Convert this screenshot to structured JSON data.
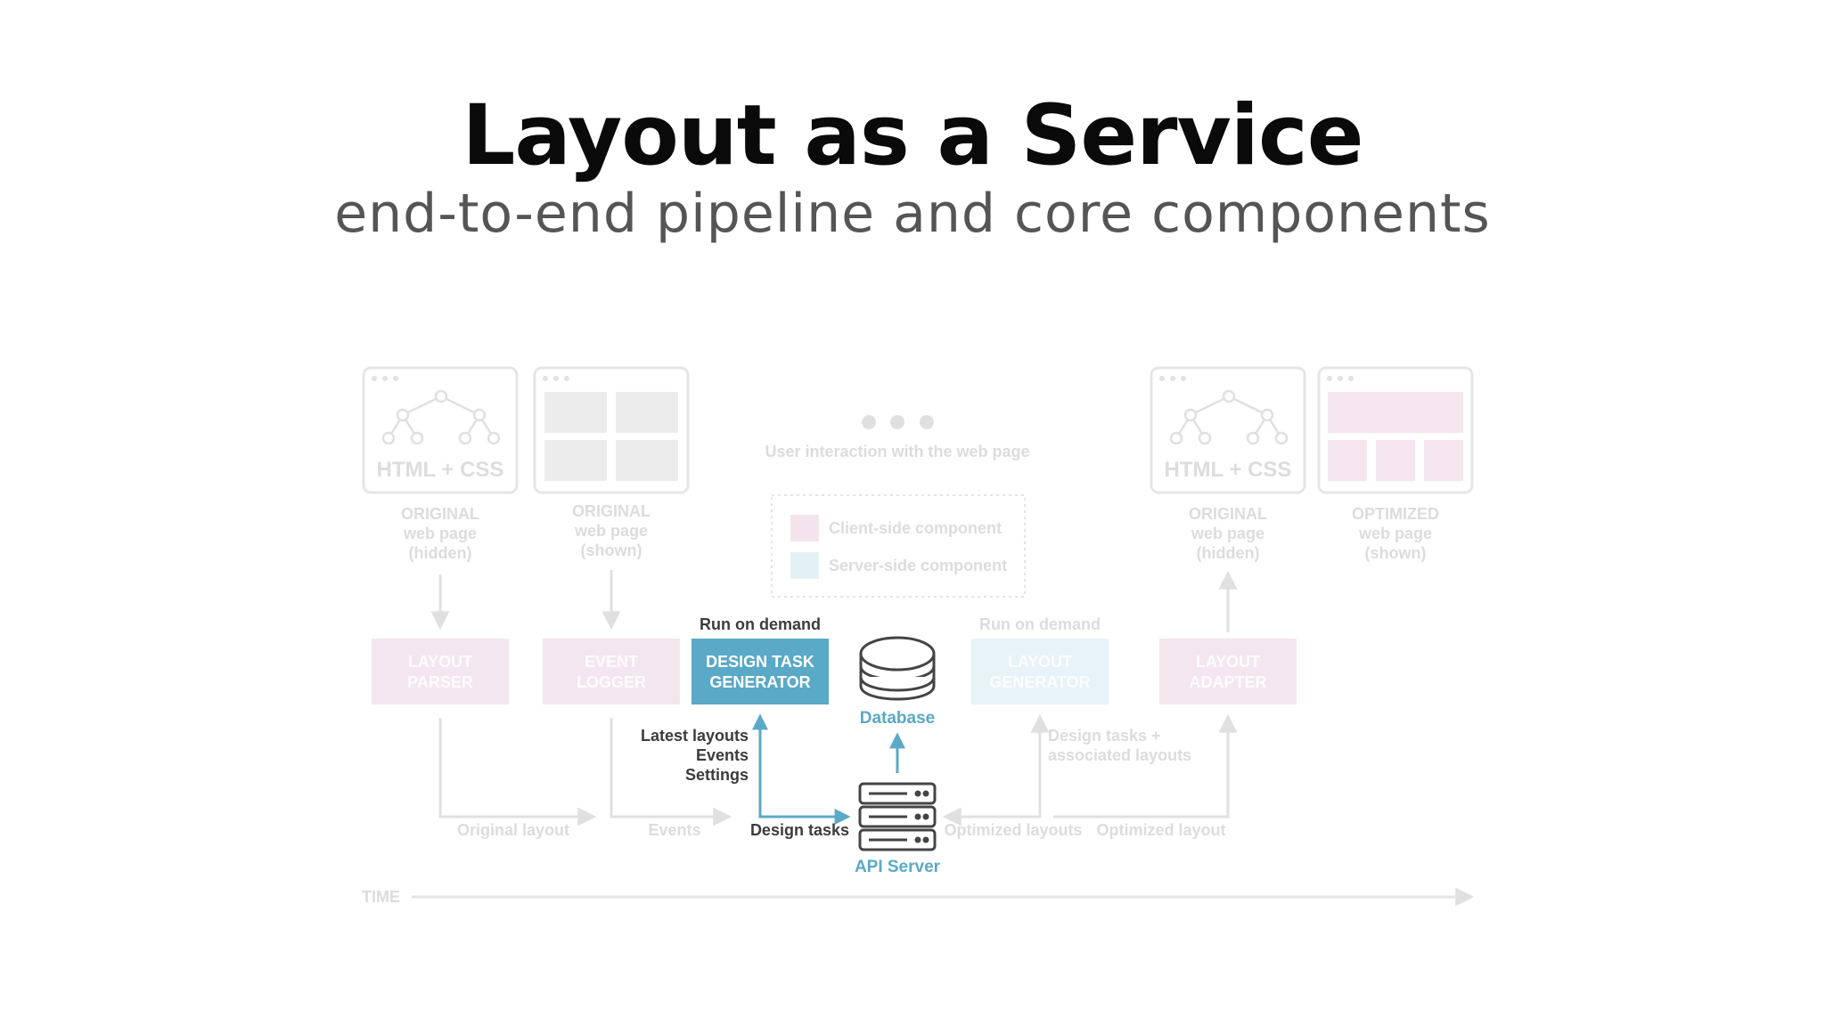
{
  "title": "Layout as a Service",
  "subtitle": "end-to-end pipeline and core components",
  "pages": {
    "original_hidden_left": {
      "code_label": "HTML + CSS",
      "caption": [
        "ORIGINAL",
        "web page",
        "(hidden)"
      ]
    },
    "original_shown": {
      "caption": [
        "ORIGINAL",
        "web page",
        "(shown)"
      ]
    },
    "original_hidden_right": {
      "code_label": "HTML + CSS",
      "caption": [
        "ORIGINAL",
        "web page",
        "(hidden)"
      ]
    },
    "optimized_shown": {
      "caption": [
        "OPTIMIZED",
        "web page",
        "(shown)"
      ]
    }
  },
  "interaction": {
    "label": "User interaction with the web page"
  },
  "legend": {
    "items": [
      {
        "label": "Client-side component",
        "color": "#f3e3ec"
      },
      {
        "label": "Server-side component",
        "color": "#e3f1f5"
      }
    ]
  },
  "components": {
    "layout_parser": [
      "LAYOUT",
      "PARSER"
    ],
    "event_logger": [
      "EVENT",
      "LOGGER"
    ],
    "design_task_generator": [
      "DESIGN TASK",
      "GENERATOR"
    ],
    "layout_generator": [
      "LAYOUT",
      "GENERATOR"
    ],
    "layout_adapter": [
      "LAYOUT",
      "ADAPTER"
    ]
  },
  "annotations": {
    "run_on_demand_left": "Run on demand",
    "run_on_demand_right": "Run on demand",
    "database": "Database",
    "api_server": "API Server",
    "inputs": [
      "Latest layouts",
      "Events",
      "Settings"
    ],
    "design_tasks": "Design tasks",
    "design_tasks_assoc": [
      "Design tasks +",
      "associated layouts"
    ],
    "original_layout": "Original layout",
    "events": "Events",
    "optimized_layouts": "Optimized layouts",
    "optimized_layout": "Optimized layout",
    "time": "TIME"
  },
  "colors": {
    "accent_blue": "#5aa9c6",
    "client_side": "#f3e3ec",
    "server_side": "#e3f1f5"
  }
}
